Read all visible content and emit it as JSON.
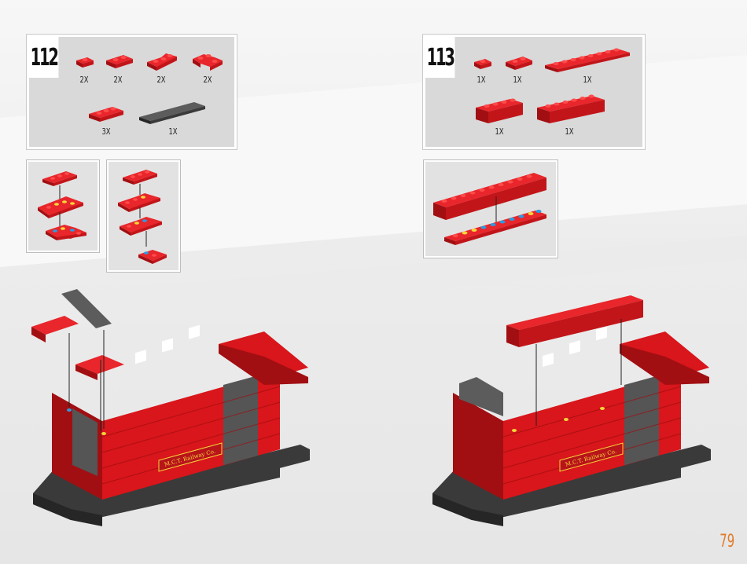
{
  "page": {
    "number": "79",
    "accent_color": "#e07b2a"
  },
  "steps": [
    {
      "number": "112",
      "parts": [
        {
          "icon": "red-plate-1x1-icon",
          "qty": "2X"
        },
        {
          "icon": "red-plate-1x2-icon",
          "qty": "2X"
        },
        {
          "icon": "red-corner-plate-icon",
          "qty": "2X"
        },
        {
          "icon": "red-corner-plate-2-icon",
          "qty": "2X"
        },
        {
          "icon": "red-plate-1x3-icon",
          "qty": "3X"
        },
        {
          "icon": "dark-tile-1x6-icon",
          "qty": "1X"
        }
      ]
    },
    {
      "number": "113",
      "parts": [
        {
          "icon": "red-plate-1x1-icon",
          "qty": "1X"
        },
        {
          "icon": "red-plate-1x2-icon",
          "qty": "1X"
        },
        {
          "icon": "red-plate-1x8-icon",
          "qty": "1X"
        },
        {
          "icon": "red-brick-1x4-icon",
          "qty": "1X"
        },
        {
          "icon": "red-brick-1x6-icon",
          "qty": "1X"
        }
      ]
    }
  ],
  "model": {
    "car_label": "M.C.T. Railway Co."
  },
  "colors": {
    "brick_red": "#d8161b",
    "brick_dark": "#9e0d10",
    "base_gray": "#3a3a3a",
    "stud_yellow": "#f5d43a",
    "stud_blue": "#2c9be0"
  }
}
